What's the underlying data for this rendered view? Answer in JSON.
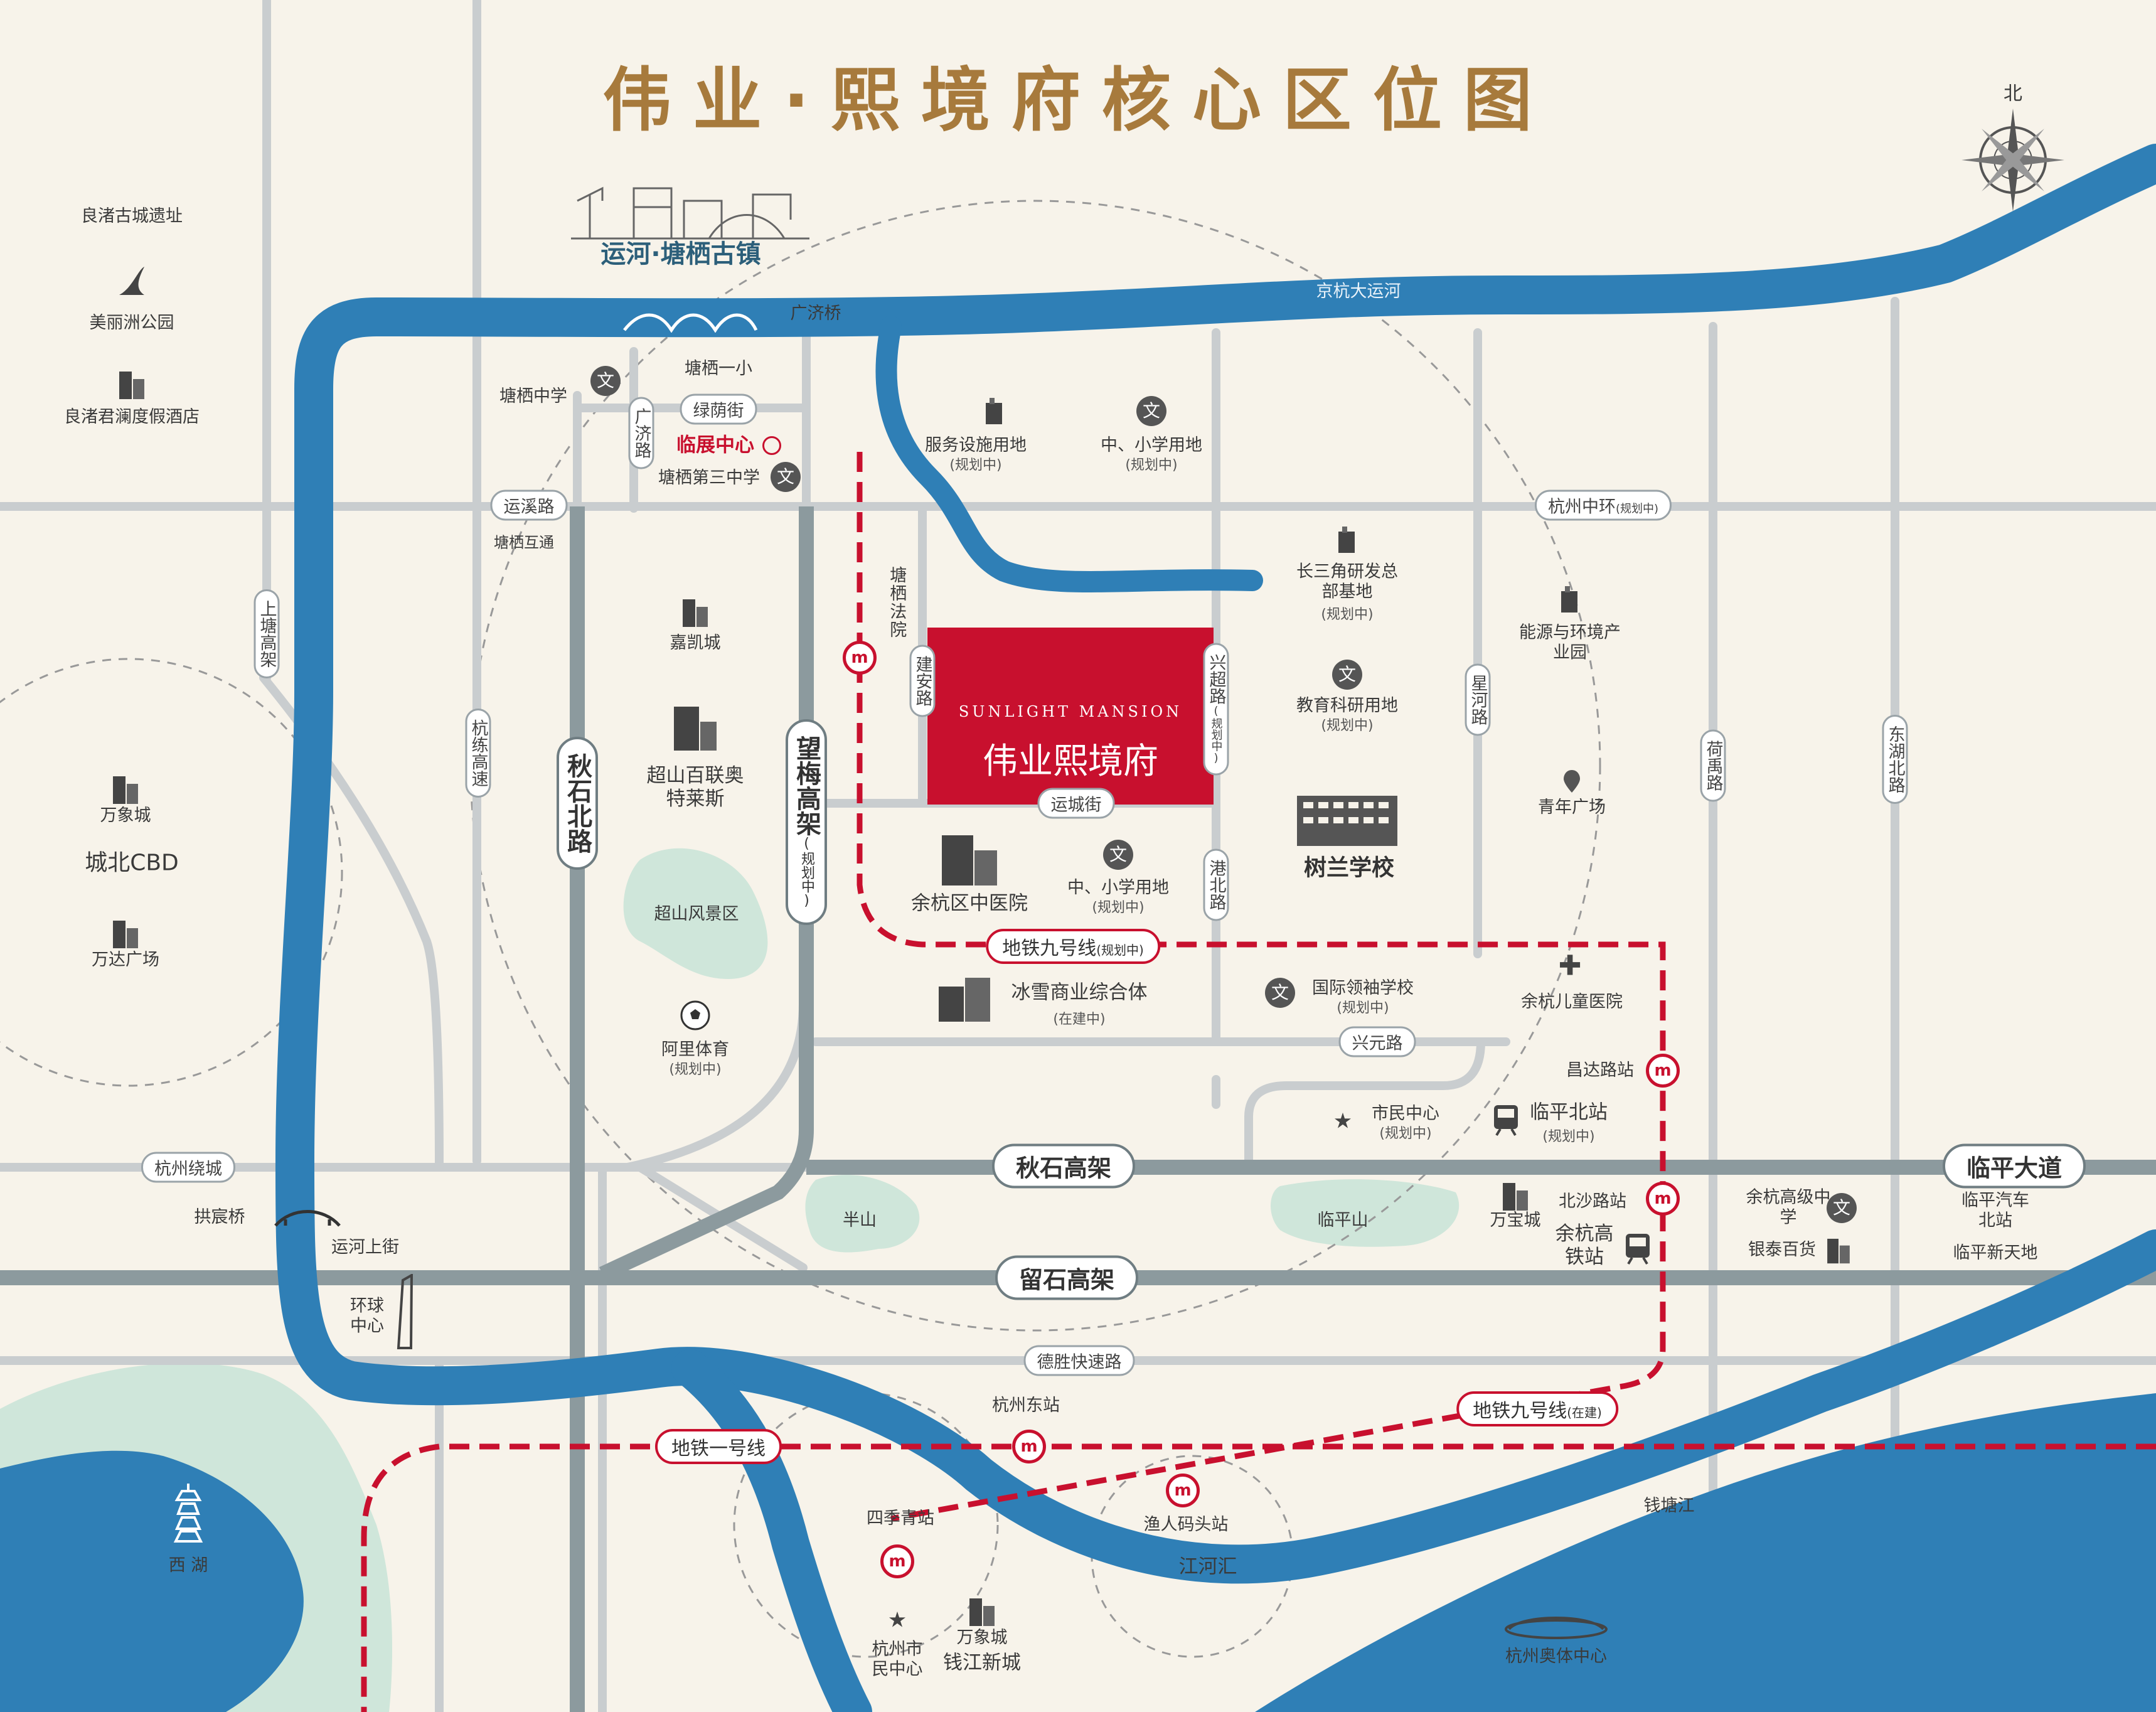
{
  "title": "伟业·熙境府核心区位图",
  "compass_north": "北",
  "project": {
    "name_en": "SUNLIGHT MANSION",
    "name_cn": "伟业熙境府"
  },
  "water_labels": {
    "grand_canal": "京杭大运河",
    "qiantang_river": "钱塘江",
    "west_lake": "西 湖"
  },
  "landmarks": {
    "ancient_town": "运河·塘栖古镇",
    "guangji_bridge": "广济桥",
    "gongchen_bridge": "拱宸桥",
    "liangzhu_site": "良渚古城遗址",
    "meilizhou_park": "美丽洲公园",
    "liangzhu_hotel": "良渚君澜度假酒店",
    "tangqi_court": "塘栖法院",
    "chaoshan_scenic": "超山风景区",
    "banshan": "半山",
    "linpingshan": "临平山",
    "olympic_center": "杭州奥体中心",
    "cbd": "城北CBD"
  },
  "schools": {
    "tangqi_middle": "塘栖中学",
    "tangqi_primary": "塘栖一小",
    "tangqi_third": "塘栖第三中学",
    "school_land_1": "中、小学用地",
    "school_land_1_note": "(规划中)",
    "school_land_2": "中、小学用地",
    "school_land_2_note": "(规划中)",
    "edu_research": "教育科研用地",
    "edu_research_note": "(规划中)",
    "shulan": "树兰学校",
    "intl_school": "国际领袖学校",
    "intl_school_note": "(规划中)",
    "yuhang_high": "余杭高级中学"
  },
  "facilities": {
    "exhibition": "临展中心",
    "service_land": "服务设施用地",
    "service_land_note": "(规划中)",
    "yrd_hq": "长三角研发总部基地",
    "yrd_hq_note": "(规划中)",
    "energy_park": "能源与环境产业园",
    "youth_square": "青年广场",
    "hospital_tcm": "余杭区中医院",
    "children_hospital": "余杭儿童医院",
    "civic_center": "市民中心",
    "civic_center_note": "(规划中)",
    "hangzhou_civic": "杭州市民中心",
    "ali_sports": "阿里体育",
    "ali_sports_note": "(规划中)"
  },
  "commerce": {
    "jiakaicheng": "嘉凯城",
    "outlets": "超山百联奥特莱斯",
    "bingxue": "冰雪商业综合体",
    "bingxue_note": "(在建中)",
    "mixc_north": "万象城",
    "wanda": "万达广场",
    "wanbaocheng": "万宝城",
    "yintai": "银泰百货",
    "linping_newworld": "临平新天地",
    "jianghehui": "江河汇",
    "mixc_qj": "万象城",
    "qianjiang": "钱江新城",
    "huanqiu": "环球中心"
  },
  "transport": {
    "metro9_planned": "地铁九号线",
    "metro9_planned_note": "(规划中)",
    "metro9_built": "地铁九号线",
    "metro9_built_note": "(在建)",
    "metro1": "地铁一号线",
    "metro_icon": "m",
    "changda": "昌达路站",
    "beisha": "北沙路站",
    "linping_north": "临平北站",
    "linping_north_note": "(规划中)",
    "yuhang_hsr": "余杭高铁站",
    "hz_east": "杭州东站",
    "yuren": "渔人码头站",
    "sijiqing": "四季青站",
    "linping_bus": "临平汽车北站",
    "tangqi_interchange": "塘栖互通"
  },
  "roads": {
    "yunxi": "运溪路",
    "lvyin": "绿荫街",
    "guangji": "广济路",
    "hz_middle_ring": "杭州中环",
    "hz_middle_ring_note": "(规划中)",
    "jianan": "建安路",
    "yuncheng": "运城街",
    "xingchao": "兴超路",
    "xingchao_note": "(规划中)",
    "gangbei": "港北路",
    "xingyuan": "兴元路",
    "xinghe": "星河路",
    "heyu": "荷禹路",
    "donghu": "东湖北路",
    "shangtang": "上塘高架",
    "hangliang": "杭练高速",
    "qiushi_north": "秋石北路",
    "wangmei": "望梅高架",
    "wangmei_note": "(规划中)",
    "hz_bypass": "杭州绕城",
    "qiushi_elevated": "秋石高架",
    "linping_avenue": "临平大道",
    "liushi": "留石高架",
    "desheng": "德胜快速路",
    "yunhe_street": "运河上街"
  },
  "icons": {
    "school": "文",
    "hospital": "✚",
    "star": "★"
  },
  "colors": {
    "background": "#f7f3ea",
    "river": "#2f7fb6",
    "green": "#cfe6da",
    "road": "#c8ccce",
    "highway": "#8c9a9e",
    "metro": "#c8102e",
    "project": "#c8102e",
    "title": "#a77a3c"
  }
}
